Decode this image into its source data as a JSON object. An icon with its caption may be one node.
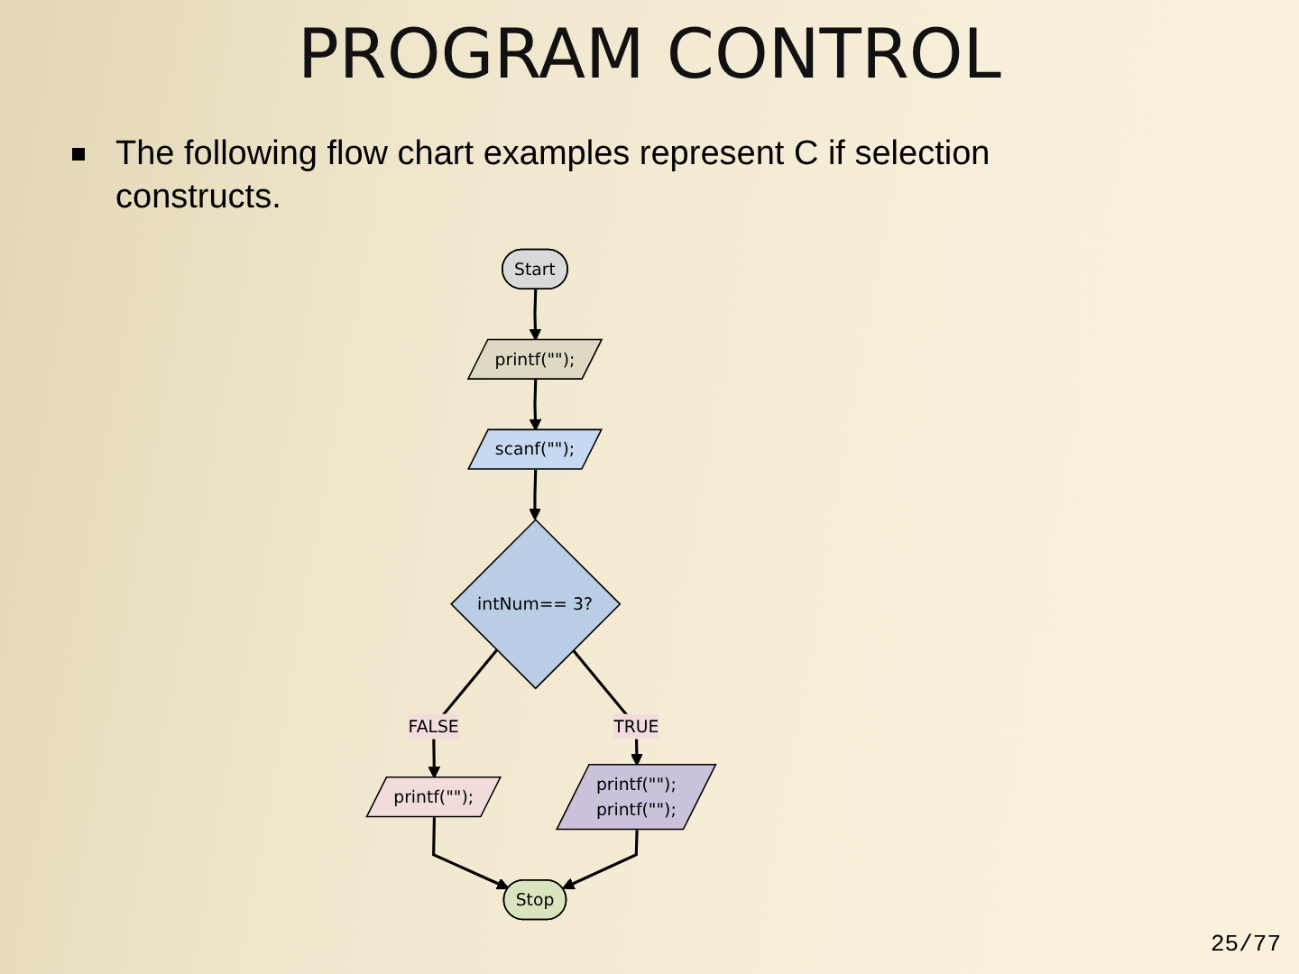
{
  "diagram": {
    "title": "PROGRAM CONTROL",
    "nodes": [
      {
        "text": [
          "Start"
        ]
      },
      {
        "text": [
          "printf(\"\");"
        ]
      },
      {
        "text": [
          "scanf(\"\");"
        ]
      },
      {
        "text": [
          "intNum== 3?"
        ]
      },
      {
        "text": [
          "printf(\"\");",
          "printf(\"\");"
        ]
      },
      {
        "text": [
          "printf(\"\");"
        ]
      },
      {
        "text": [
          "Stop"
        ]
      }
    ],
    "edges": [
      {
        "from": 0,
        "to": 1,
        "arrow": "to"
      },
      {
        "from": 1,
        "to": 2,
        "arrow": "to"
      },
      {
        "from": 2,
        "to": 3,
        "arrow": "to"
      },
      {
        "from": 3,
        "to": 4,
        "arrow": "to",
        "label": "TRUE"
      },
      {
        "from": 3,
        "to": 5,
        "arrow": "to",
        "label": "FALSE"
      },
      {
        "from": 5,
        "to": 6,
        "arrow": "to"
      },
      {
        "from": 4,
        "to": 6,
        "arrow": "to"
      }
    ],
    "labels": [
      "The following flow chart examples represent C if selection constructs.",
      "25/77"
    ]
  }
}
